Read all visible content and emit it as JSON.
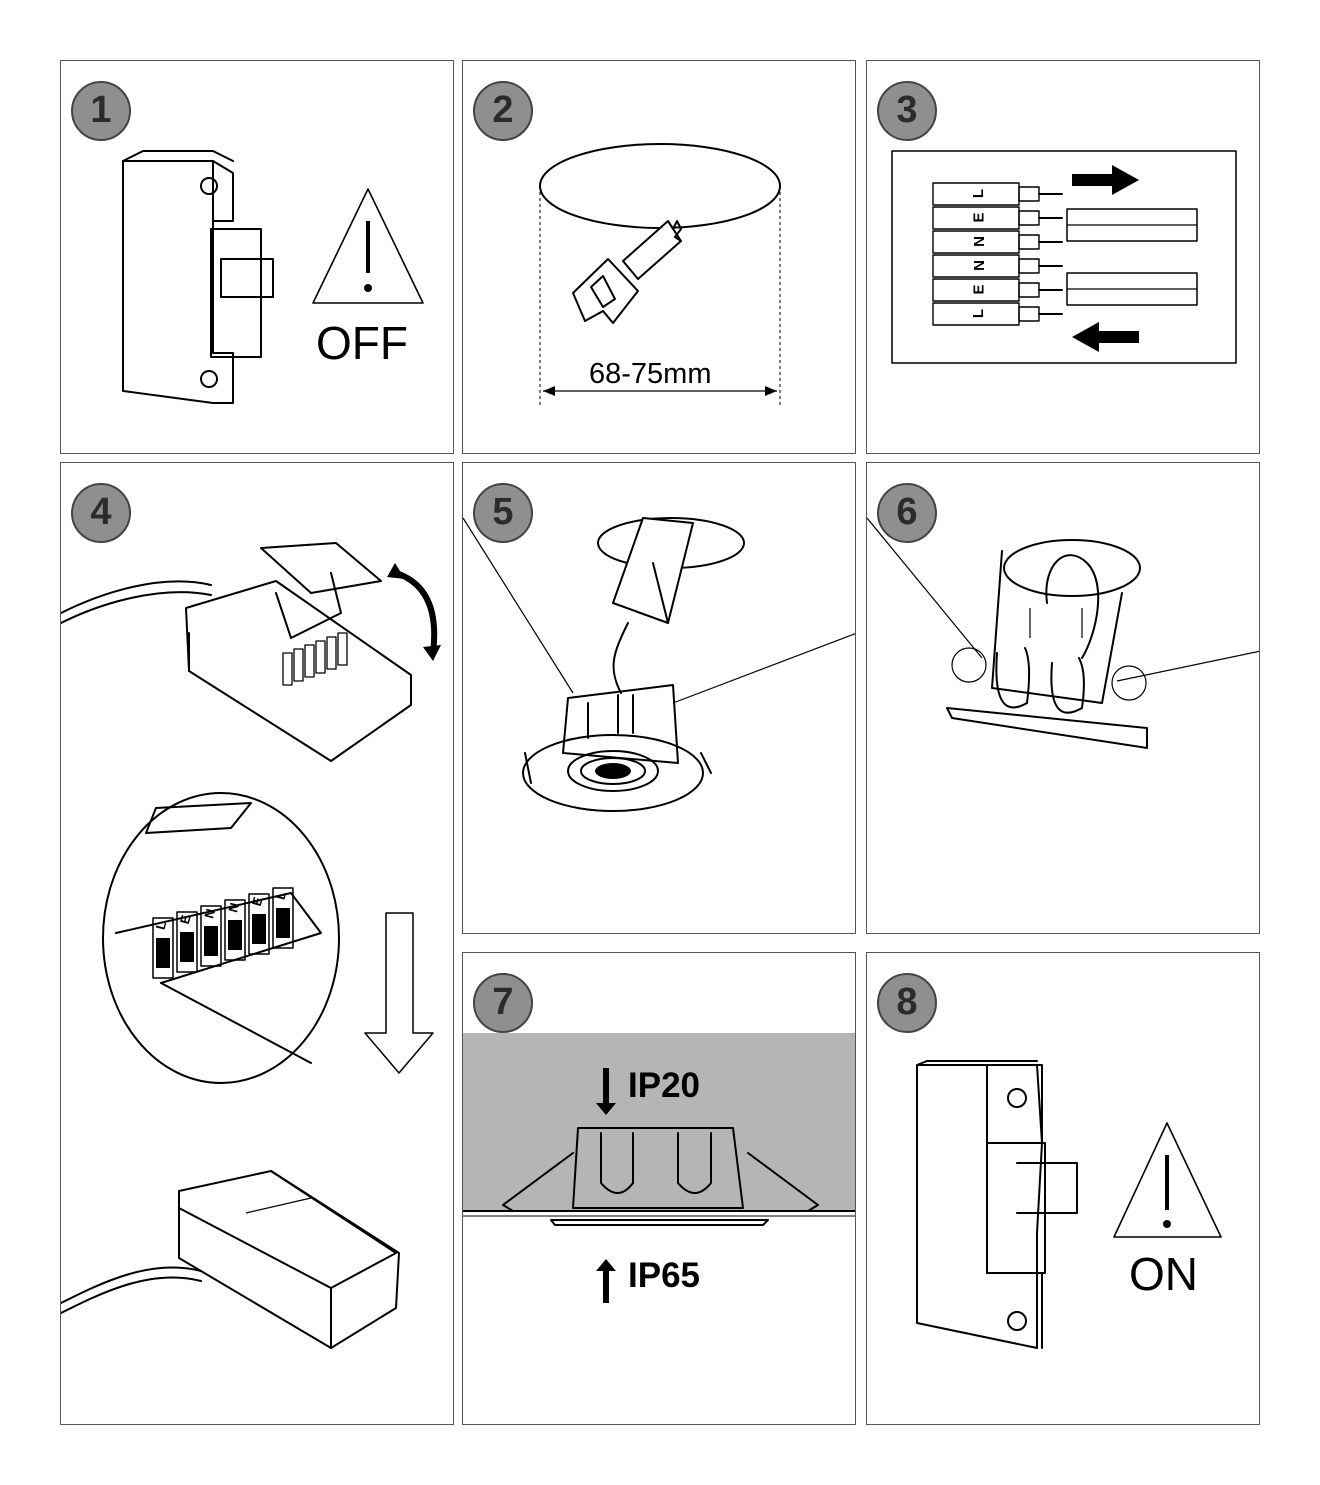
{
  "steps": [
    {
      "number": "1",
      "label": "OFF"
    },
    {
      "number": "2",
      "dimension": "68-75mm"
    },
    {
      "number": "3",
      "terminal_letters": [
        "L",
        "E",
        "N",
        "N",
        "E",
        "L"
      ]
    },
    {
      "number": "4",
      "terminal_letters": [
        "L",
        "E",
        "N",
        "N",
        "E",
        "L"
      ]
    },
    {
      "number": "5"
    },
    {
      "number": "6"
    },
    {
      "number": "7",
      "rating_top": "IP20",
      "rating_bottom": "IP65"
    },
    {
      "number": "8",
      "label": "ON"
    }
  ],
  "colors": {
    "badge_fill": "#8f8f8f",
    "ceiling_shade": "#b5b5b5",
    "line": "#000000"
  }
}
